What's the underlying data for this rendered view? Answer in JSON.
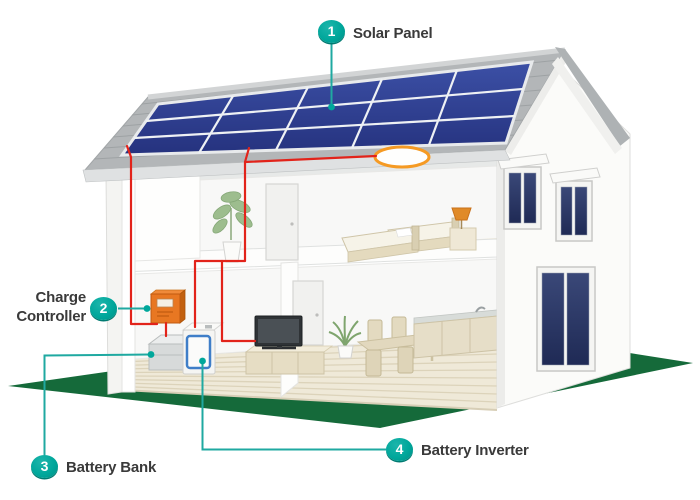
{
  "callouts": [
    {
      "number": "1",
      "label": "Solar Panel"
    },
    {
      "number": "2",
      "label": "Charge Controller"
    },
    {
      "number": "3",
      "label": "Battery Bank"
    },
    {
      "number": "4",
      "label": "Battery Inverter"
    }
  ],
  "colors": {
    "callout_teal": "#00A79B",
    "wire_red": "#E2231A",
    "lawn_green": "#156A3A",
    "solar_panel_blue": "#2C3E94",
    "charge_controller_orange": "#E87722",
    "roof_gray": "#B3B6B8",
    "ceiling_light_orange": "#F59A23",
    "inverter_frame_blue": "#3F7EC8"
  }
}
